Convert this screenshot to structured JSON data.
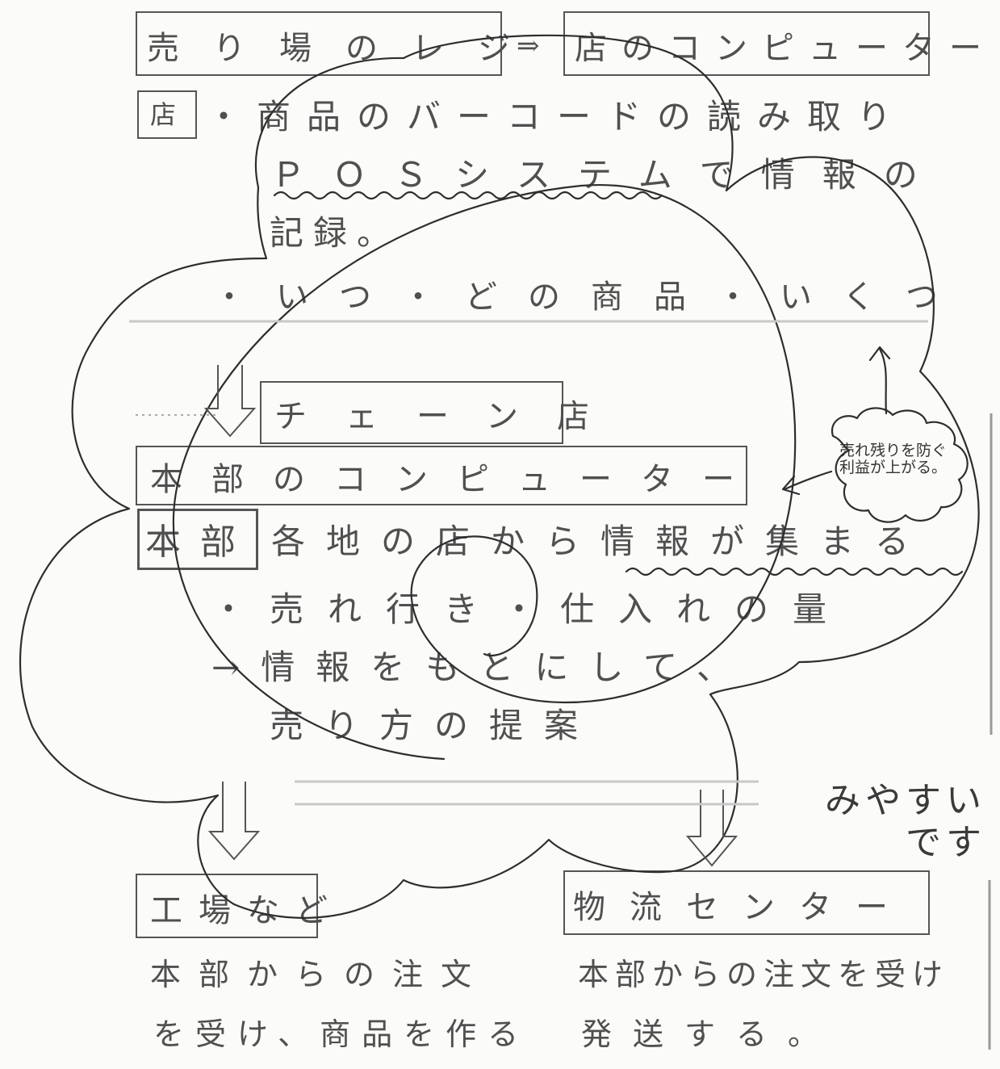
{
  "header": {
    "box_left": "売り場のレジ",
    "arrow": "⇒",
    "box_right": "店のコンピューター"
  },
  "store": {
    "tag": "店",
    "line1": "・商品のバーコードの読み取り",
    "line2": "ＰＯＳシステムで情報の",
    "line3": "記録。",
    "line4": "・いつ・どの商品・いくつ"
  },
  "chain": {
    "box": "チェーン店",
    "hq_box": "本部のコンピューター",
    "tag": "本部",
    "line1": "各地の店から情報が集まる",
    "line2": "・売れ行き・仕入れの量",
    "line3": "→情報をもとにして、",
    "line4": "売り方の提案"
  },
  "annotations": {
    "bubble_note": "売れ残りを防ぐ利益が上がる。",
    "comment": "みやすいです"
  },
  "factory": {
    "box": "工場など",
    "text_line1": "本部からの注文",
    "text_line2": "を受け、商品を作る"
  },
  "logistics": {
    "box": "物流センター",
    "text_line1": "本部からの注文を受け",
    "text_line2": "発送する。"
  }
}
